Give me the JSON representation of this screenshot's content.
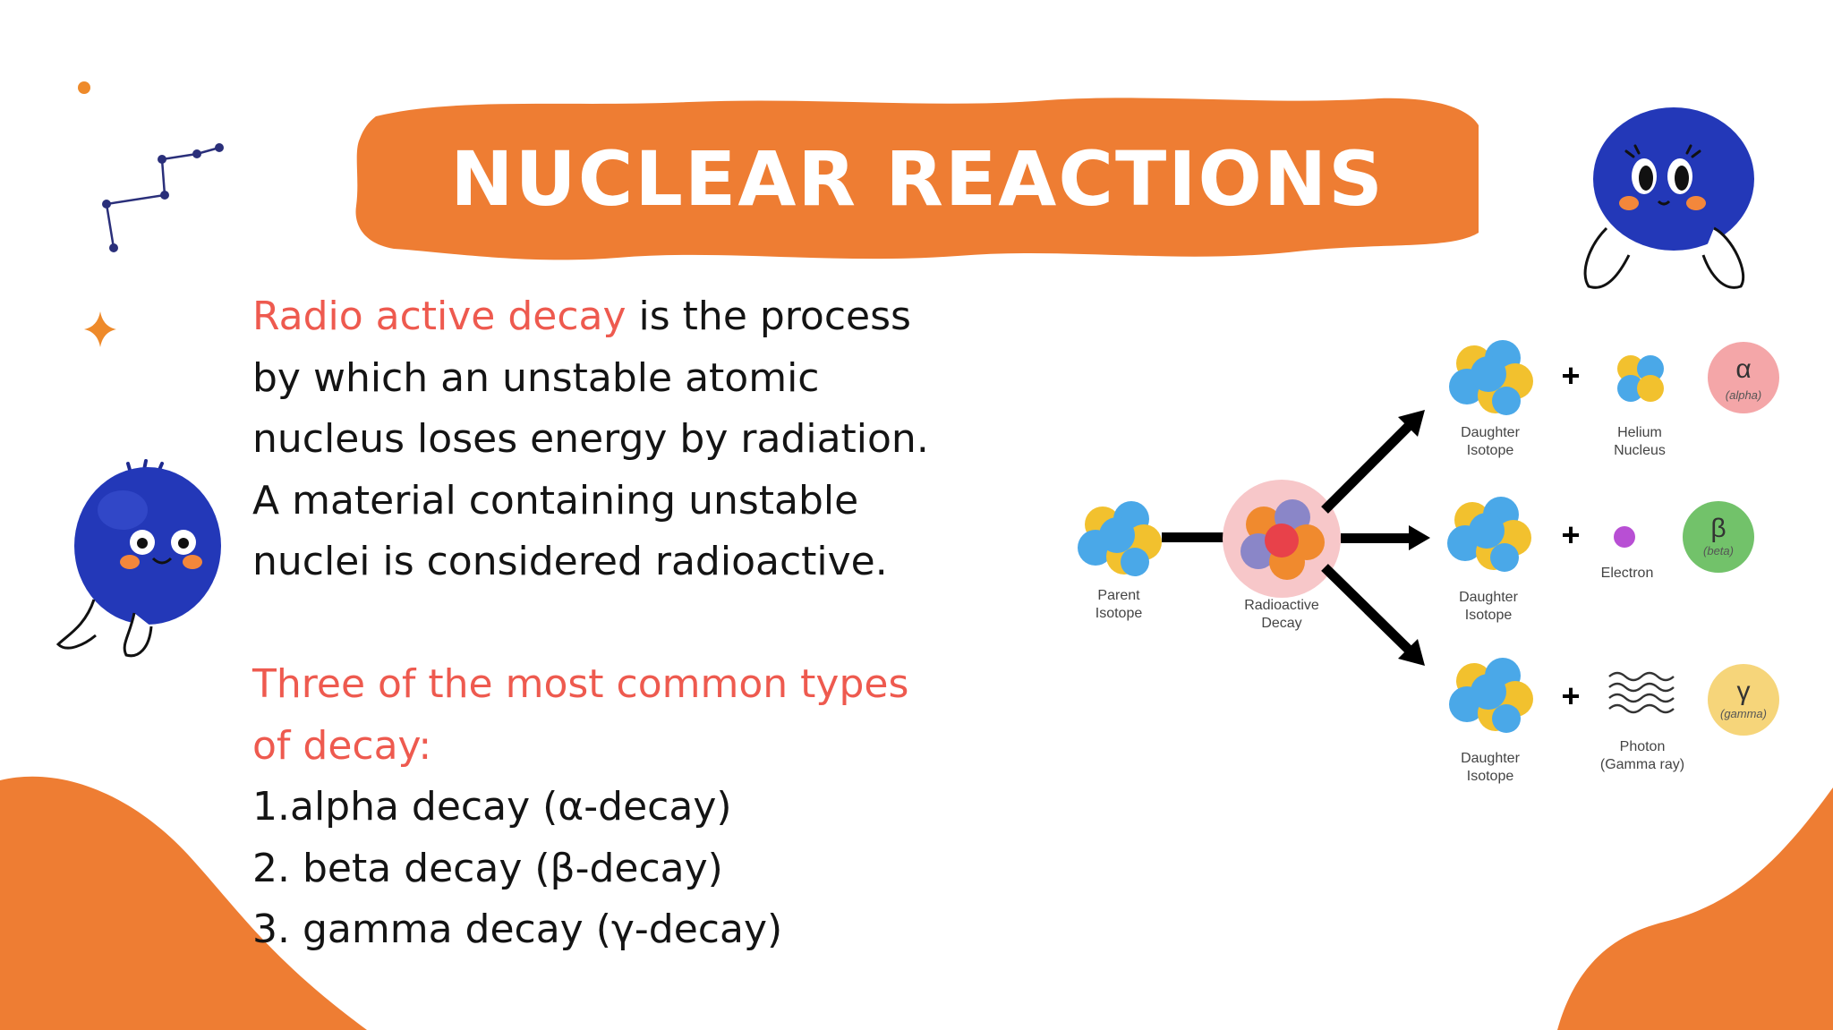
{
  "slide": {
    "title": "NUCLEAR REACTIONS",
    "paragraph": {
      "highlight": "Radio active decay",
      "lines": [
        " is the process",
        "by which an unstable atomic",
        "nucleus loses energy by radiation.",
        "A material containing unstable",
        "nuclei is considered radioactive."
      ]
    },
    "types_heading": [
      "Three of the most common types",
      "of decay:"
    ],
    "types_list": [
      "1.alpha decay (α-decay)",
      "2. beta decay (β-decay)",
      "3. gamma decay (γ-decay)"
    ]
  },
  "diagram": {
    "labels": {
      "parent_isotope": [
        "Parent",
        "Isotope"
      ],
      "radioactive_decay": [
        "Radioactive",
        "Decay"
      ],
      "daughter_isotope": [
        "Daughter",
        "Isotope"
      ],
      "helium_nucleus": [
        "Helium",
        "Nucleus"
      ],
      "electron": "Electron",
      "photon": [
        "Photon",
        "(Gamma ray)"
      ]
    },
    "plus": "+",
    "badges": {
      "alpha": {
        "symbol": "α",
        "name": "(alpha)",
        "color": "#f4a6a8"
      },
      "beta": {
        "symbol": "β",
        "name": "(beta)",
        "color": "#72c26a"
      },
      "gamma": {
        "symbol": "γ",
        "name": "(gamma)",
        "color": "#f6d57a"
      }
    }
  },
  "colors": {
    "accent_orange": "#ee7d33",
    "accent_red_text": "#ee5a4f",
    "mascot_blue": "#2338b8",
    "body_text": "#141414"
  }
}
